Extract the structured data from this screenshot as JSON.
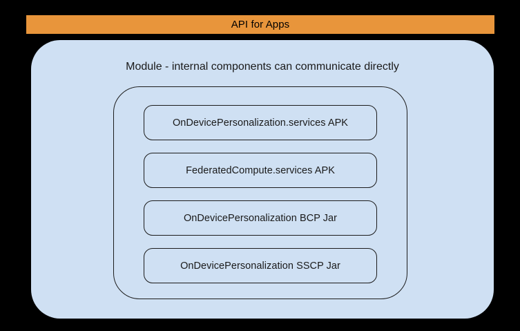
{
  "diagram": {
    "api_bar": {
      "label": "API for Apps",
      "color": "#e8953b"
    },
    "module": {
      "title": "Module - internal components can communicate directly",
      "background_color": "#cfe0f3",
      "components": [
        {
          "label": "OnDevicePersonalization.services APK"
        },
        {
          "label": "FederatedCompute.services APK"
        },
        {
          "label": "OnDevicePersonalization BCP Jar"
        },
        {
          "label": "OnDevicePersonalization SSCP Jar"
        }
      ]
    },
    "background_color": "#000000",
    "outline_color": "#1b1b1b"
  }
}
